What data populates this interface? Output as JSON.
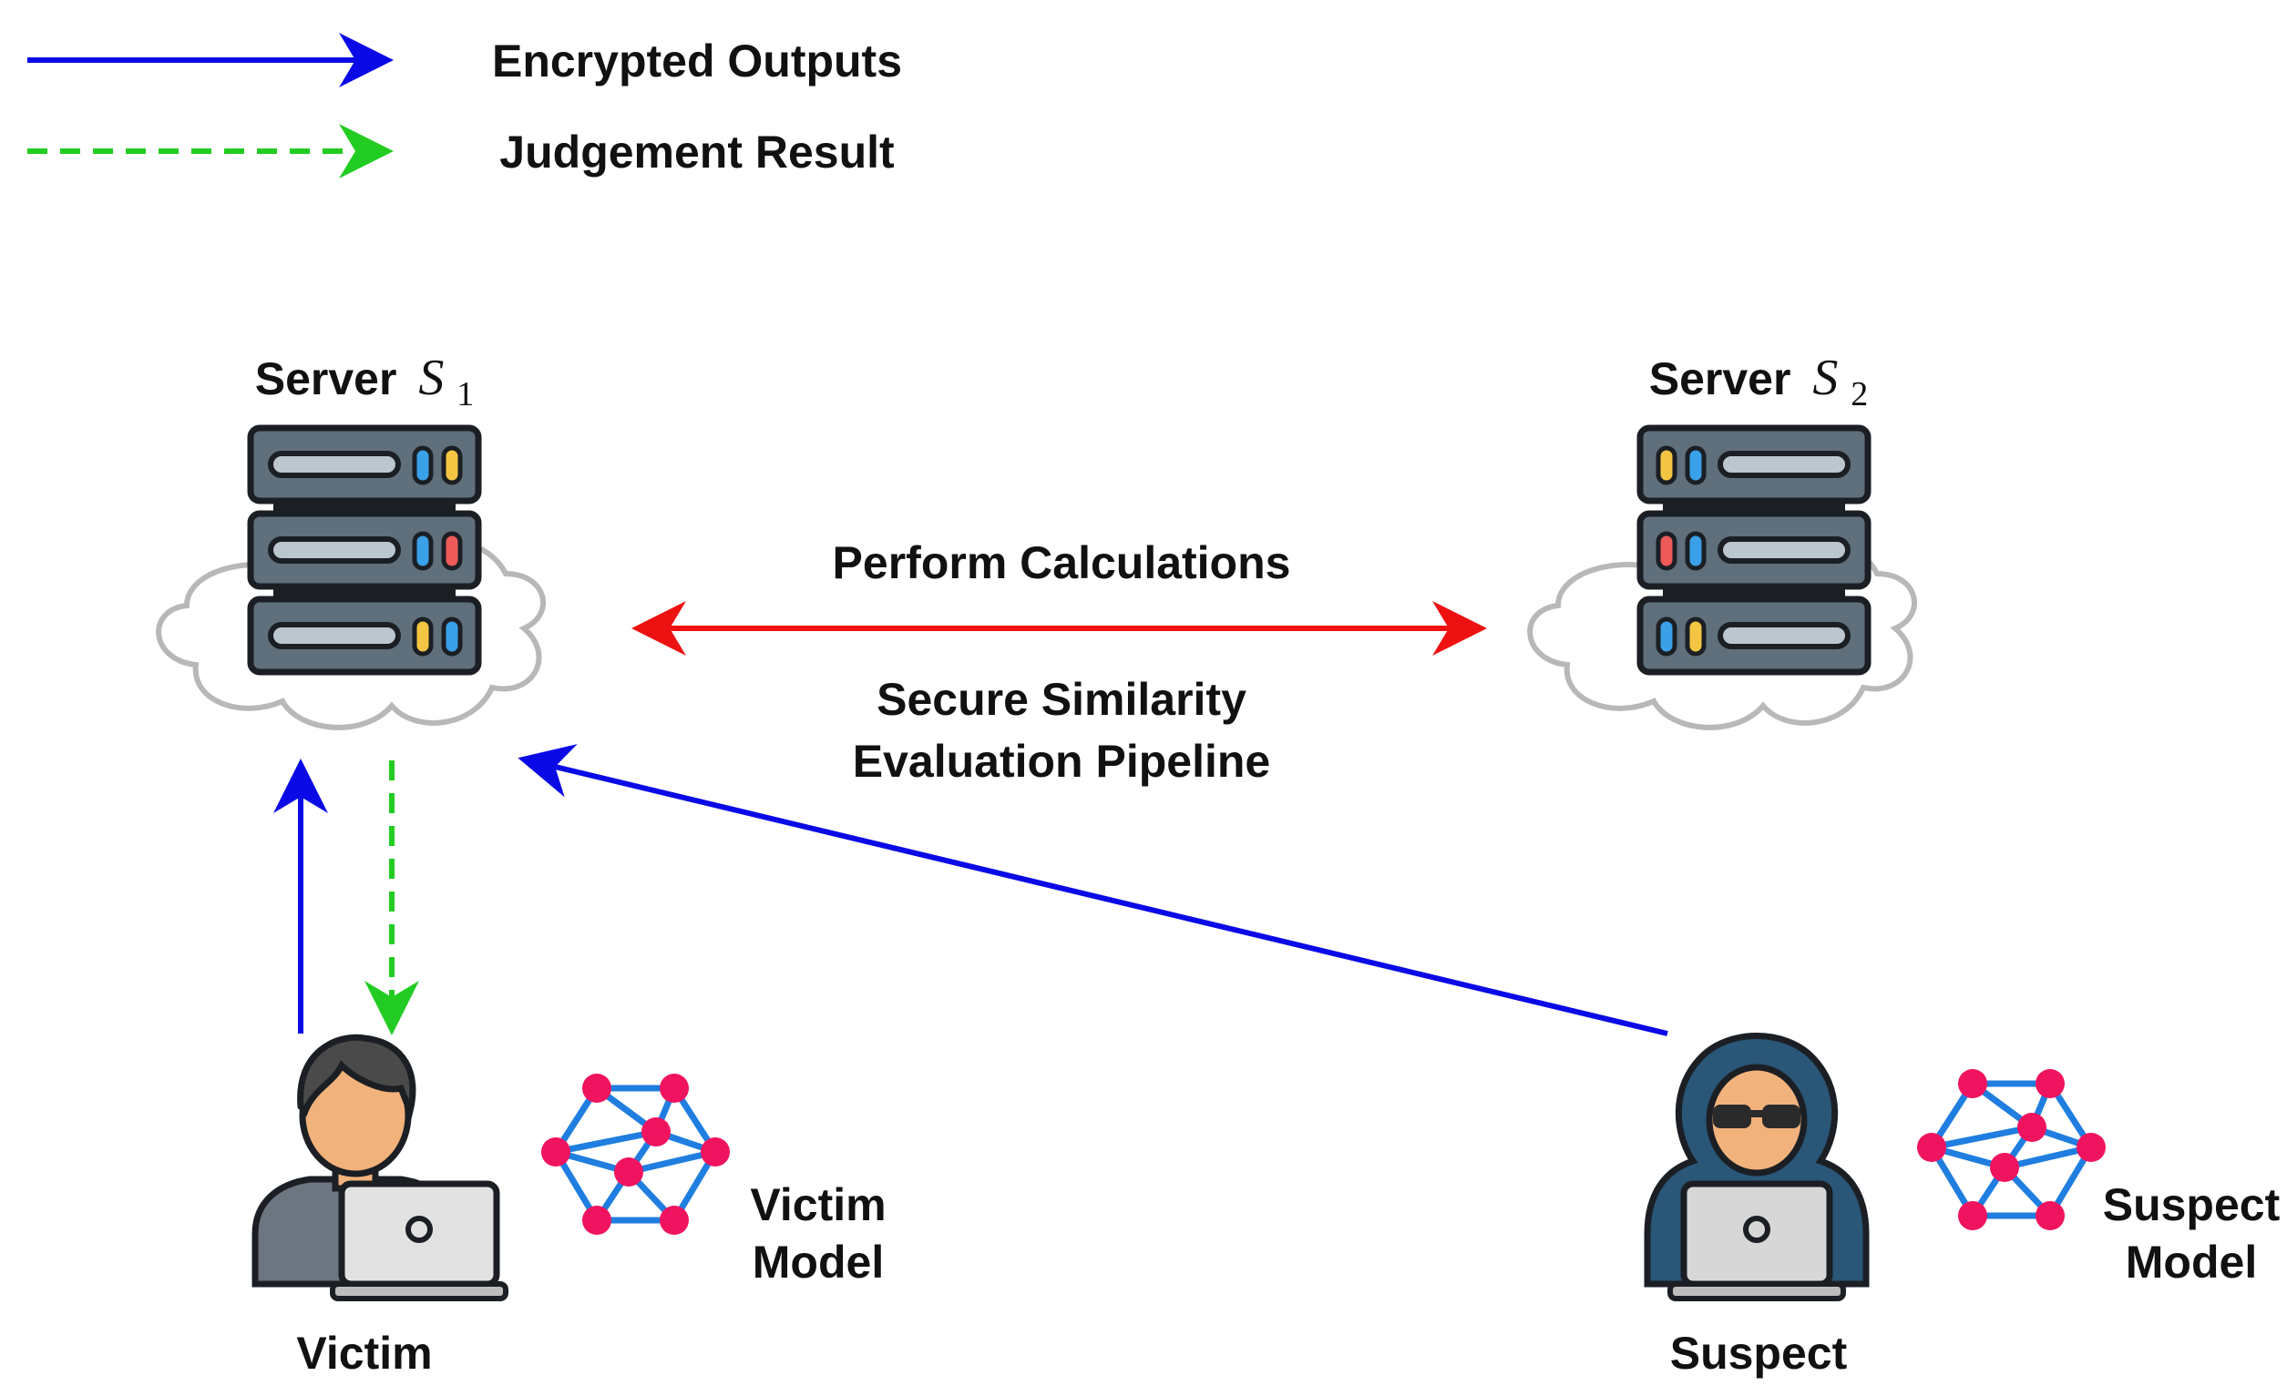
{
  "legend": {
    "encrypted": "Encrypted Outputs",
    "judgement": "Judgement Result"
  },
  "server1": {
    "prefix": "Server",
    "symbol": "S",
    "subscript": "1"
  },
  "server2": {
    "prefix": "Server",
    "symbol": "S",
    "subscript": "2"
  },
  "calc_label": "Perform Calculations",
  "pipeline": {
    "line1": "Secure Similarity",
    "line2": "Evaluation Pipeline"
  },
  "victim": {
    "label": "Victim",
    "model_line1": "Victim",
    "model_line2": "Model"
  },
  "suspect": {
    "label": "Suspect",
    "model_line1": "Suspect",
    "model_line2": "Model"
  },
  "colors": {
    "encrypted": "#0a0ae6",
    "judgement": "#22cc22",
    "calc": "#ee1111",
    "server_body": "#5f6f7c",
    "server_outline": "#1b1f24",
    "cloud_outline": "#b8b8b8",
    "node": "#f0135f",
    "edge": "#1f7ee0",
    "hood": "#2a5677",
    "skin": "#f2b27b",
    "laptop": "#d7d7d7"
  },
  "icons": {
    "server": "server-rack-icon",
    "cloud": "cloud-icon",
    "victim": "user-laptop-icon",
    "suspect": "hacker-laptop-icon",
    "model": "neural-network-icon"
  }
}
